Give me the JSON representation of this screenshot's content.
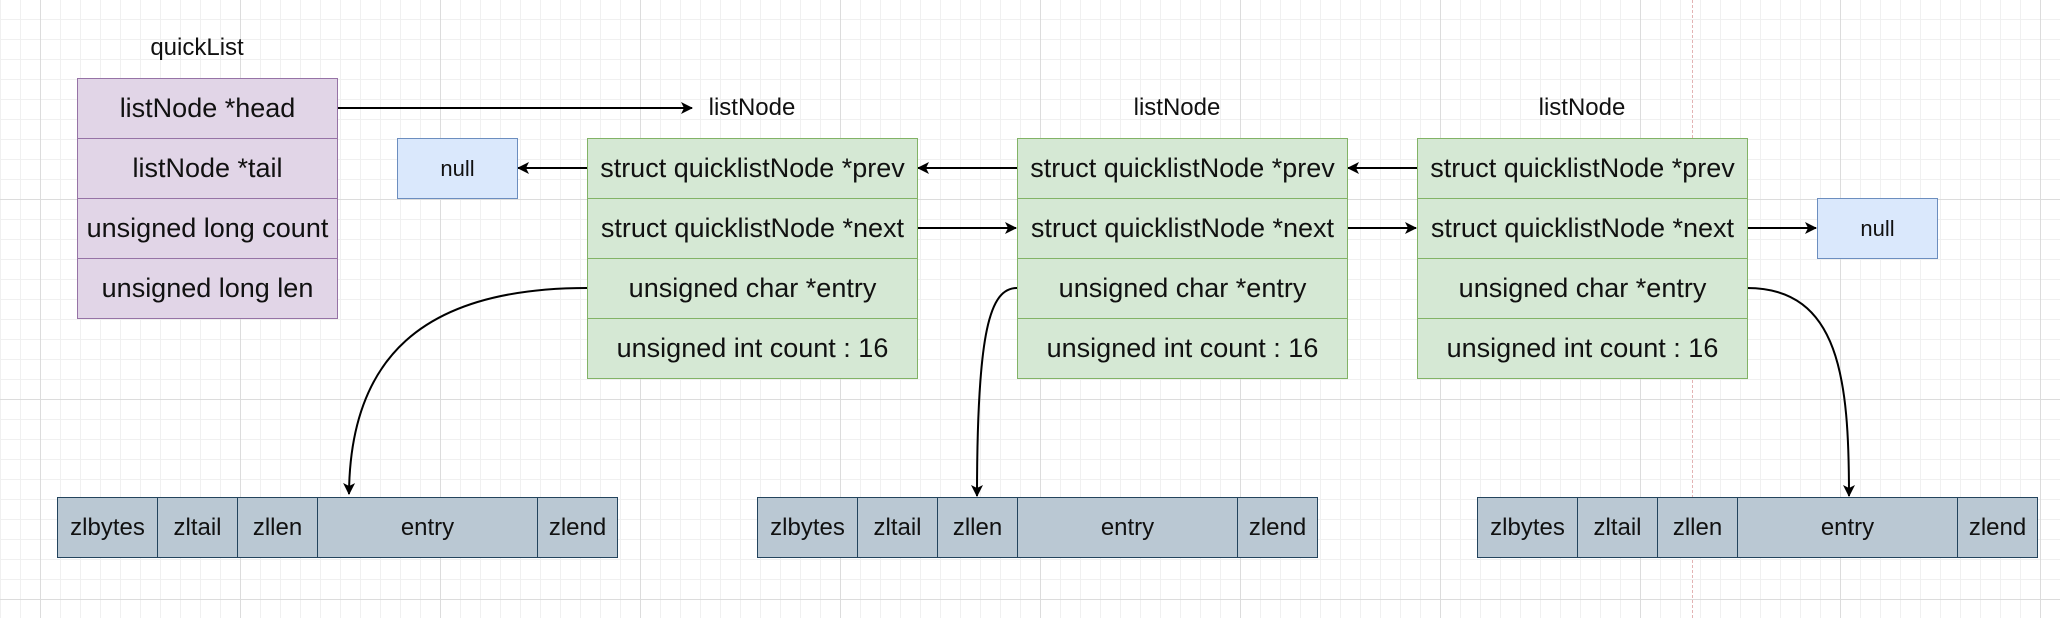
{
  "quicklist": {
    "title": "quickList",
    "fields": [
      "listNode *head",
      "listNode *tail",
      "unsigned long count",
      "unsigned long len"
    ]
  },
  "list_nodes": [
    {
      "label": "listNode",
      "fields": [
        "struct quicklistNode *prev",
        "struct quicklistNode *next",
        "unsigned char *entry",
        "unsigned int count : 16"
      ]
    },
    {
      "label": "listNode",
      "fields": [
        "struct quicklistNode *prev",
        "struct quicklistNode *next",
        "unsigned char *entry",
        "unsigned int count : 16"
      ]
    },
    {
      "label": "listNode",
      "fields": [
        "struct quicklistNode *prev",
        "struct quicklistNode *next",
        "unsigned char *entry",
        "unsigned int count : 16"
      ]
    }
  ],
  "null_boxes": [
    "null",
    "null"
  ],
  "ziplists": [
    [
      "zlbytes",
      "zltail",
      "zllen",
      "entry",
      "zlend"
    ],
    [
      "zlbytes",
      "zltail",
      "zllen",
      "entry",
      "zlend"
    ],
    [
      "zlbytes",
      "zltail",
      "zllen",
      "entry",
      "zlend"
    ]
  ],
  "colors": {
    "quicklist_fill": "#e1d5e7",
    "quicklist_stroke": "#9673a6",
    "node_fill": "#d5e8d4",
    "node_stroke": "#82b366",
    "null_fill": "#dae8fc",
    "null_stroke": "#6c8ebf",
    "ziplist_fill": "#bac8d3",
    "ziplist_stroke": "#23445d"
  }
}
